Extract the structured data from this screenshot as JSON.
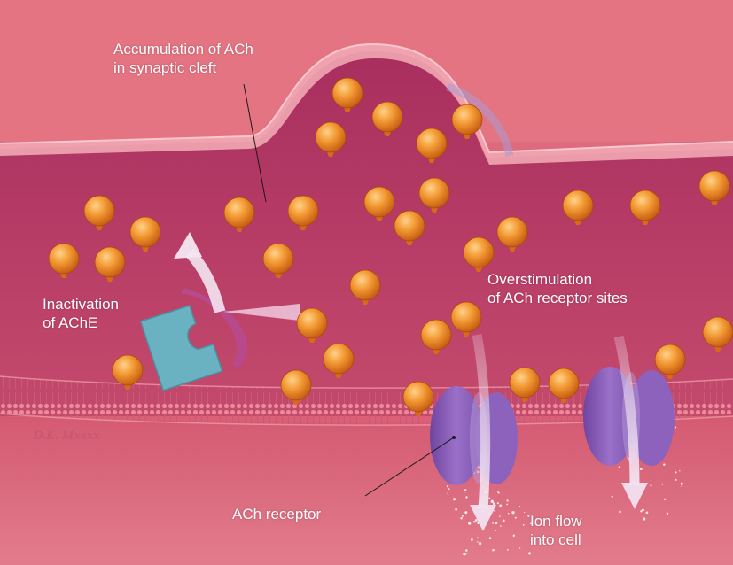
{
  "labels": {
    "accumulation": {
      "line1": "Accumulation of ACh",
      "line2": "in synaptic cleft"
    },
    "inactivation": {
      "line1": "Inactivation",
      "line2": "of AChE"
    },
    "overstimulation": {
      "line1": "Overstimulation",
      "line2": "of ACh receptor sites"
    },
    "receptor": {
      "line1": "ACh receptor"
    },
    "ion_flow": {
      "line1": "Ion flow",
      "line2": "into cell"
    }
  },
  "colors": {
    "background": "#de6078",
    "presynaptic_terminal": "#e4707e",
    "membrane_edge": "#f2b0b8",
    "synaptic_cleft": "#b83a66",
    "postsynaptic_membrane": "#d05070",
    "ach_molecule": "#ee8a24",
    "ache_enzyme": "#6ab2c2",
    "receptor": "#8a5cb6",
    "arrow": "#efd8ec"
  }
}
